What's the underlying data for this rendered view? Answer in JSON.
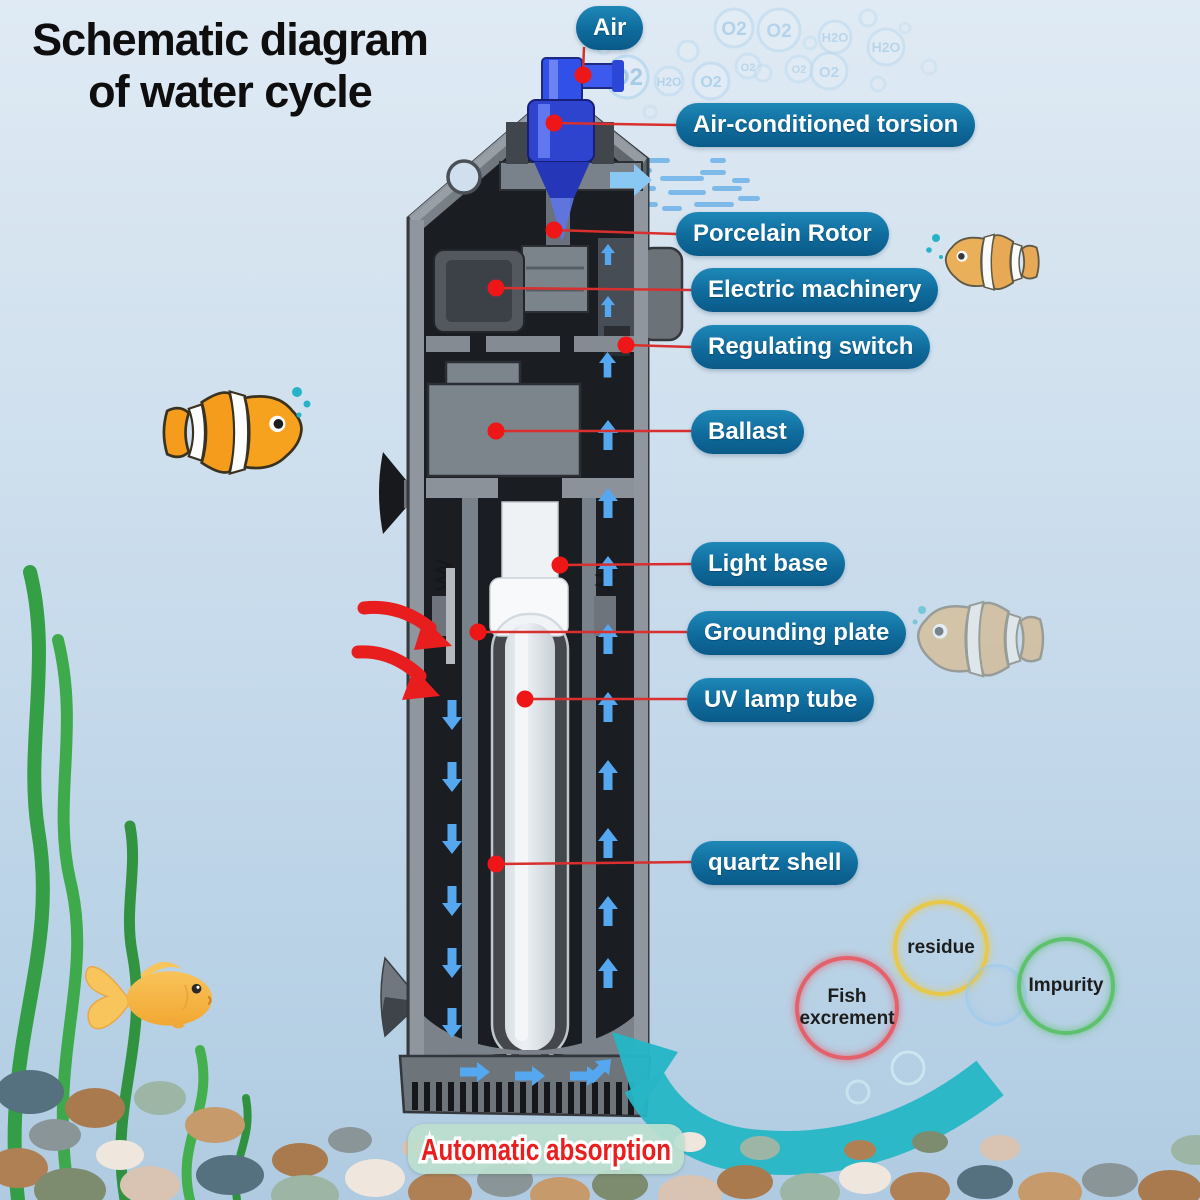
{
  "title": {
    "line1": "Schematic diagram",
    "line2": "of water cycle"
  },
  "callouts": {
    "air": "Air",
    "torsion": "Air-conditioned torsion",
    "rotor": "Porcelain Rotor",
    "machinery": "Electric machinery",
    "switch": "Regulating switch",
    "ballast": "Ballast",
    "light_base": "Light base",
    "grounding": "Grounding plate",
    "uv_lamp": "UV lamp tube",
    "quartz": "quartz shell"
  },
  "bottom_label": "Automatic absorption",
  "particle_circles": {
    "fish_excrement_line1": "Fish",
    "fish_excrement_line2": "excrement",
    "residue": "residue",
    "impurity": "Impurity"
  },
  "bubble_labels": {
    "o2": "O2",
    "h2o": "H2O"
  },
  "colors": {
    "background_top": "#dfeaf4",
    "background_bottom": "#b0cbe1",
    "callout_blue_top": "#1e88b7",
    "callout_blue_bottom": "#0a5a88",
    "connector_red": "#d92f2f",
    "flow_arrow_blue": "#55a8f0",
    "inlet_arrow_red": "#e81d1d",
    "swoosh_teal": "#26b6c6",
    "absorption_bg": "#bce0cf",
    "absorption_text": "#ea1e1e",
    "ring_fish_excrement": "#e4606a",
    "ring_residue": "#e8c84a",
    "ring_impurity": "#5dc16d",
    "device_gray": "#70777e",
    "valve_blue": "#2e44cf"
  }
}
